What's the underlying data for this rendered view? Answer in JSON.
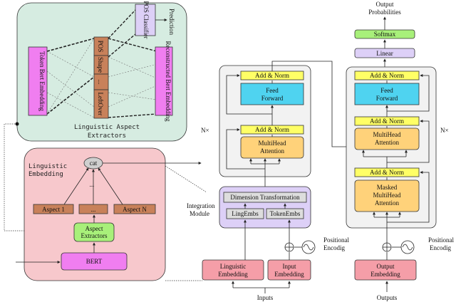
{
  "linguistic_aspect_extractors": {
    "caption_line1": "Linguistic Aspect",
    "caption_line2": "Extractors",
    "token_bert_embedding": "Token Bert Embedding",
    "reconstructed_bert_embedding": "Reconstructed Bert Embedding",
    "slices": [
      "POS",
      "Shape",
      "...",
      "LeftOver"
    ],
    "pos_classifier": "POS Classifier",
    "prediction": "Prediction"
  },
  "linguistic_embedding_panel": {
    "title_line1": "Linguistic",
    "title_line2": "Embedding",
    "cat": "cat",
    "dots": "...",
    "aspects": [
      "Aspect 1",
      "...",
      "Aspect N"
    ],
    "aspect_extractors_line1": "Aspect",
    "aspect_extractors_line2": "Extractors",
    "bert": "BERT"
  },
  "encoder": {
    "add_norm": "Add & Norm",
    "feed_forward_line1": "Feed",
    "feed_forward_line2": "Forward",
    "multihead_line1": "MultiHead",
    "multihead_line2": "Attention",
    "nx": "N×",
    "integration_module_line1": "Integration",
    "integration_module_line2": "Module",
    "dimension_transformation": "Dimension Transformation",
    "ling_embs": "LingEmbs",
    "token_embs": "TokenEmbs",
    "linguistic_embedding_line1": "Linguistic",
    "linguistic_embedding_line2": "Embedding",
    "input_embedding_line1": "Input",
    "input_embedding_line2": "Embedding",
    "positional_line1": "Positional",
    "positional_line2": "Encodig",
    "inputs": "Inputs"
  },
  "decoder": {
    "output_probabilities_line1": "Output",
    "output_probabilities_line2": "Probabilities",
    "softmax": "Softmax",
    "linear": "Linear",
    "add_norm": "Add & Norm",
    "feed_forward_line1": "Feed",
    "feed_forward_line2": "Forward",
    "multihead_line1": "MultiHead",
    "multihead_line2": "Attention",
    "masked_line1": "Masked",
    "masked_line2": "MultiHead",
    "masked_line3": "Attention",
    "nx": "N×",
    "output_embedding_line1": "Output",
    "output_embedding_line2": "Embedding",
    "positional_line1": "Positional",
    "positional_line2": "Encodig",
    "outputs": "Outputs"
  },
  "colors": {
    "green_panel": "#d6ece1",
    "pink_panel": "#f7c8cc",
    "magenta": "#f07ef0",
    "brown": "#c8815a",
    "yellow": "#ffff66",
    "orange": "#ffd27a",
    "cyan": "#4fd3f0",
    "lavender": "#ddd0f7",
    "softmax_green": "#a8f07a",
    "embed_pink": "#f59ea8",
    "grey_box": "#dddddd",
    "stack_bg": "#f2f2f2"
  }
}
